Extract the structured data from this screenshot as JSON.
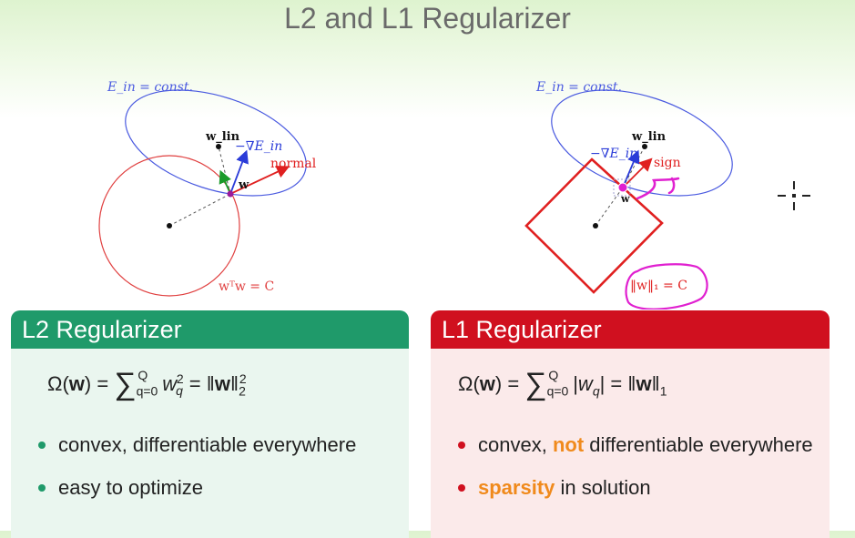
{
  "slide": {
    "title": "L2 and L1 Regularizer"
  },
  "left_diagram": {
    "contour_label": "E_in = const.",
    "w_lin_label": "w_lin",
    "grad_label": "−∇E_in",
    "w_label": "w",
    "normal_label": "normal",
    "constraint_label": "wᵀw = C"
  },
  "right_diagram": {
    "contour_label": "E_in = const.",
    "w_lin_label": "w_lin",
    "grad_label": "−∇E_in",
    "sign_label": "sign",
    "w_label": "w",
    "constraint_label": "‖w‖₁ = C"
  },
  "l2_box": {
    "header": "L2 Regularizer",
    "formula": "Ω(w) = Σ_{q=0}^{Q} w_q² = ‖w‖₂²",
    "bullets": [
      {
        "text": "convex, differentiable everywhere"
      },
      {
        "text": "easy to optimize"
      }
    ]
  },
  "l1_box": {
    "header": "L1 Regularizer",
    "formula": "Ω(w) = Σ_{q=0}^{Q} |w_q| = ‖w‖₁",
    "bullets": [
      {
        "pre": "convex, ",
        "highlight": "not",
        "post": " differentiable everywhere"
      },
      {
        "pre": "",
        "highlight": "sparsity",
        "post": " in solution"
      }
    ]
  },
  "colors": {
    "l2_accent": "#1f9a6a",
    "l1_accent": "#d0101f",
    "highlight": "#f08a1c",
    "annotation": "#e020d0"
  }
}
